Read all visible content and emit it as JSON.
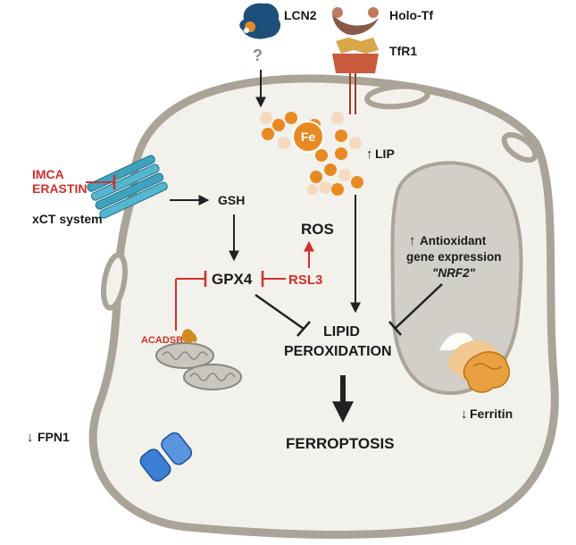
{
  "labels": {
    "lcn2": "LCN2",
    "question": "?",
    "holo_tf": "Holo-Tf",
    "tfr1": "TfR1",
    "fe": "Fe",
    "lip": "LIP",
    "imca": "IMCA",
    "erastin": "ERASTIN",
    "xct": "xCT system",
    "gsh": "GSH",
    "ros": "ROS",
    "gpx4": "GPX4",
    "rsl3": "RSL3",
    "antiox_line1": "Antioxidant",
    "antiox_line2": "gene expression",
    "nrf2": "\"NRF2\"",
    "acadsb": "ACADSB",
    "lipid1": "LIPID",
    "lipid2": "PEROXIDATION",
    "ferroptosis": "FERROPTOSIS",
    "fpn1": "FPN1",
    "ferritin": "Ferritin",
    "arrow_up": "↑",
    "arrow_down": "↓"
  },
  "colors": {
    "inhibitor_red": "#d0302a",
    "iron_orange": "#e88a22",
    "cell_fill": "#f3f1ec",
    "cell_border": "#a9a497",
    "nucleus_fill": "#d1cfc8",
    "xct_blue": "#3fa3bf",
    "fpn_blue": "#3b7fd4"
  }
}
